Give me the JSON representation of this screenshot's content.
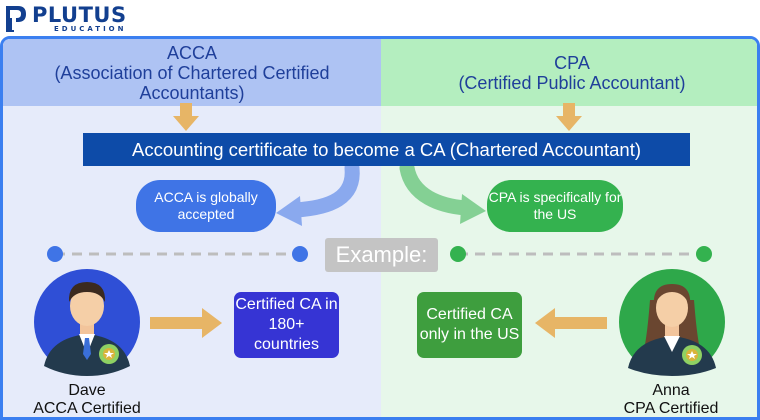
{
  "logo": {
    "name": "PLUTUS",
    "sub": "EDUCATION"
  },
  "acca": {
    "heading": "ACCA",
    "heading_full": "(Association of Chartered Certified Accountants)",
    "note": "ACCA is globally accepted",
    "result": "Certified CA in 180+ countries",
    "person_name": "Dave",
    "person_title": "ACCA Certified"
  },
  "cpa": {
    "heading": "CPA",
    "heading_full": "(Certified Public Accountant)",
    "note": "CPA is specifically for the US",
    "result": "Certified CA only in the US",
    "person_name": "Anna",
    "person_title": "CPA Certified"
  },
  "banner": "Accounting certificate to become a CA (Chartered Accountant)",
  "example_label": "Example:",
  "colors": {
    "frame": "#3b7ff0",
    "acca_header": "#aec3f3",
    "cpa_header": "#b4eebf",
    "banner": "#0d4ba8",
    "acca_pill": "#3f74e6",
    "cpa_pill": "#34b24f",
    "acca_result": "#3634d4",
    "cpa_result": "#3e9e3e",
    "arrow": "#e7b566"
  },
  "icons": [
    "plutus-logo-icon",
    "down-arrow-icon",
    "curved-arrow-icon",
    "right-arrow-icon",
    "left-arrow-icon",
    "avatar-male-icon",
    "avatar-female-icon",
    "award-badge-icon"
  ]
}
